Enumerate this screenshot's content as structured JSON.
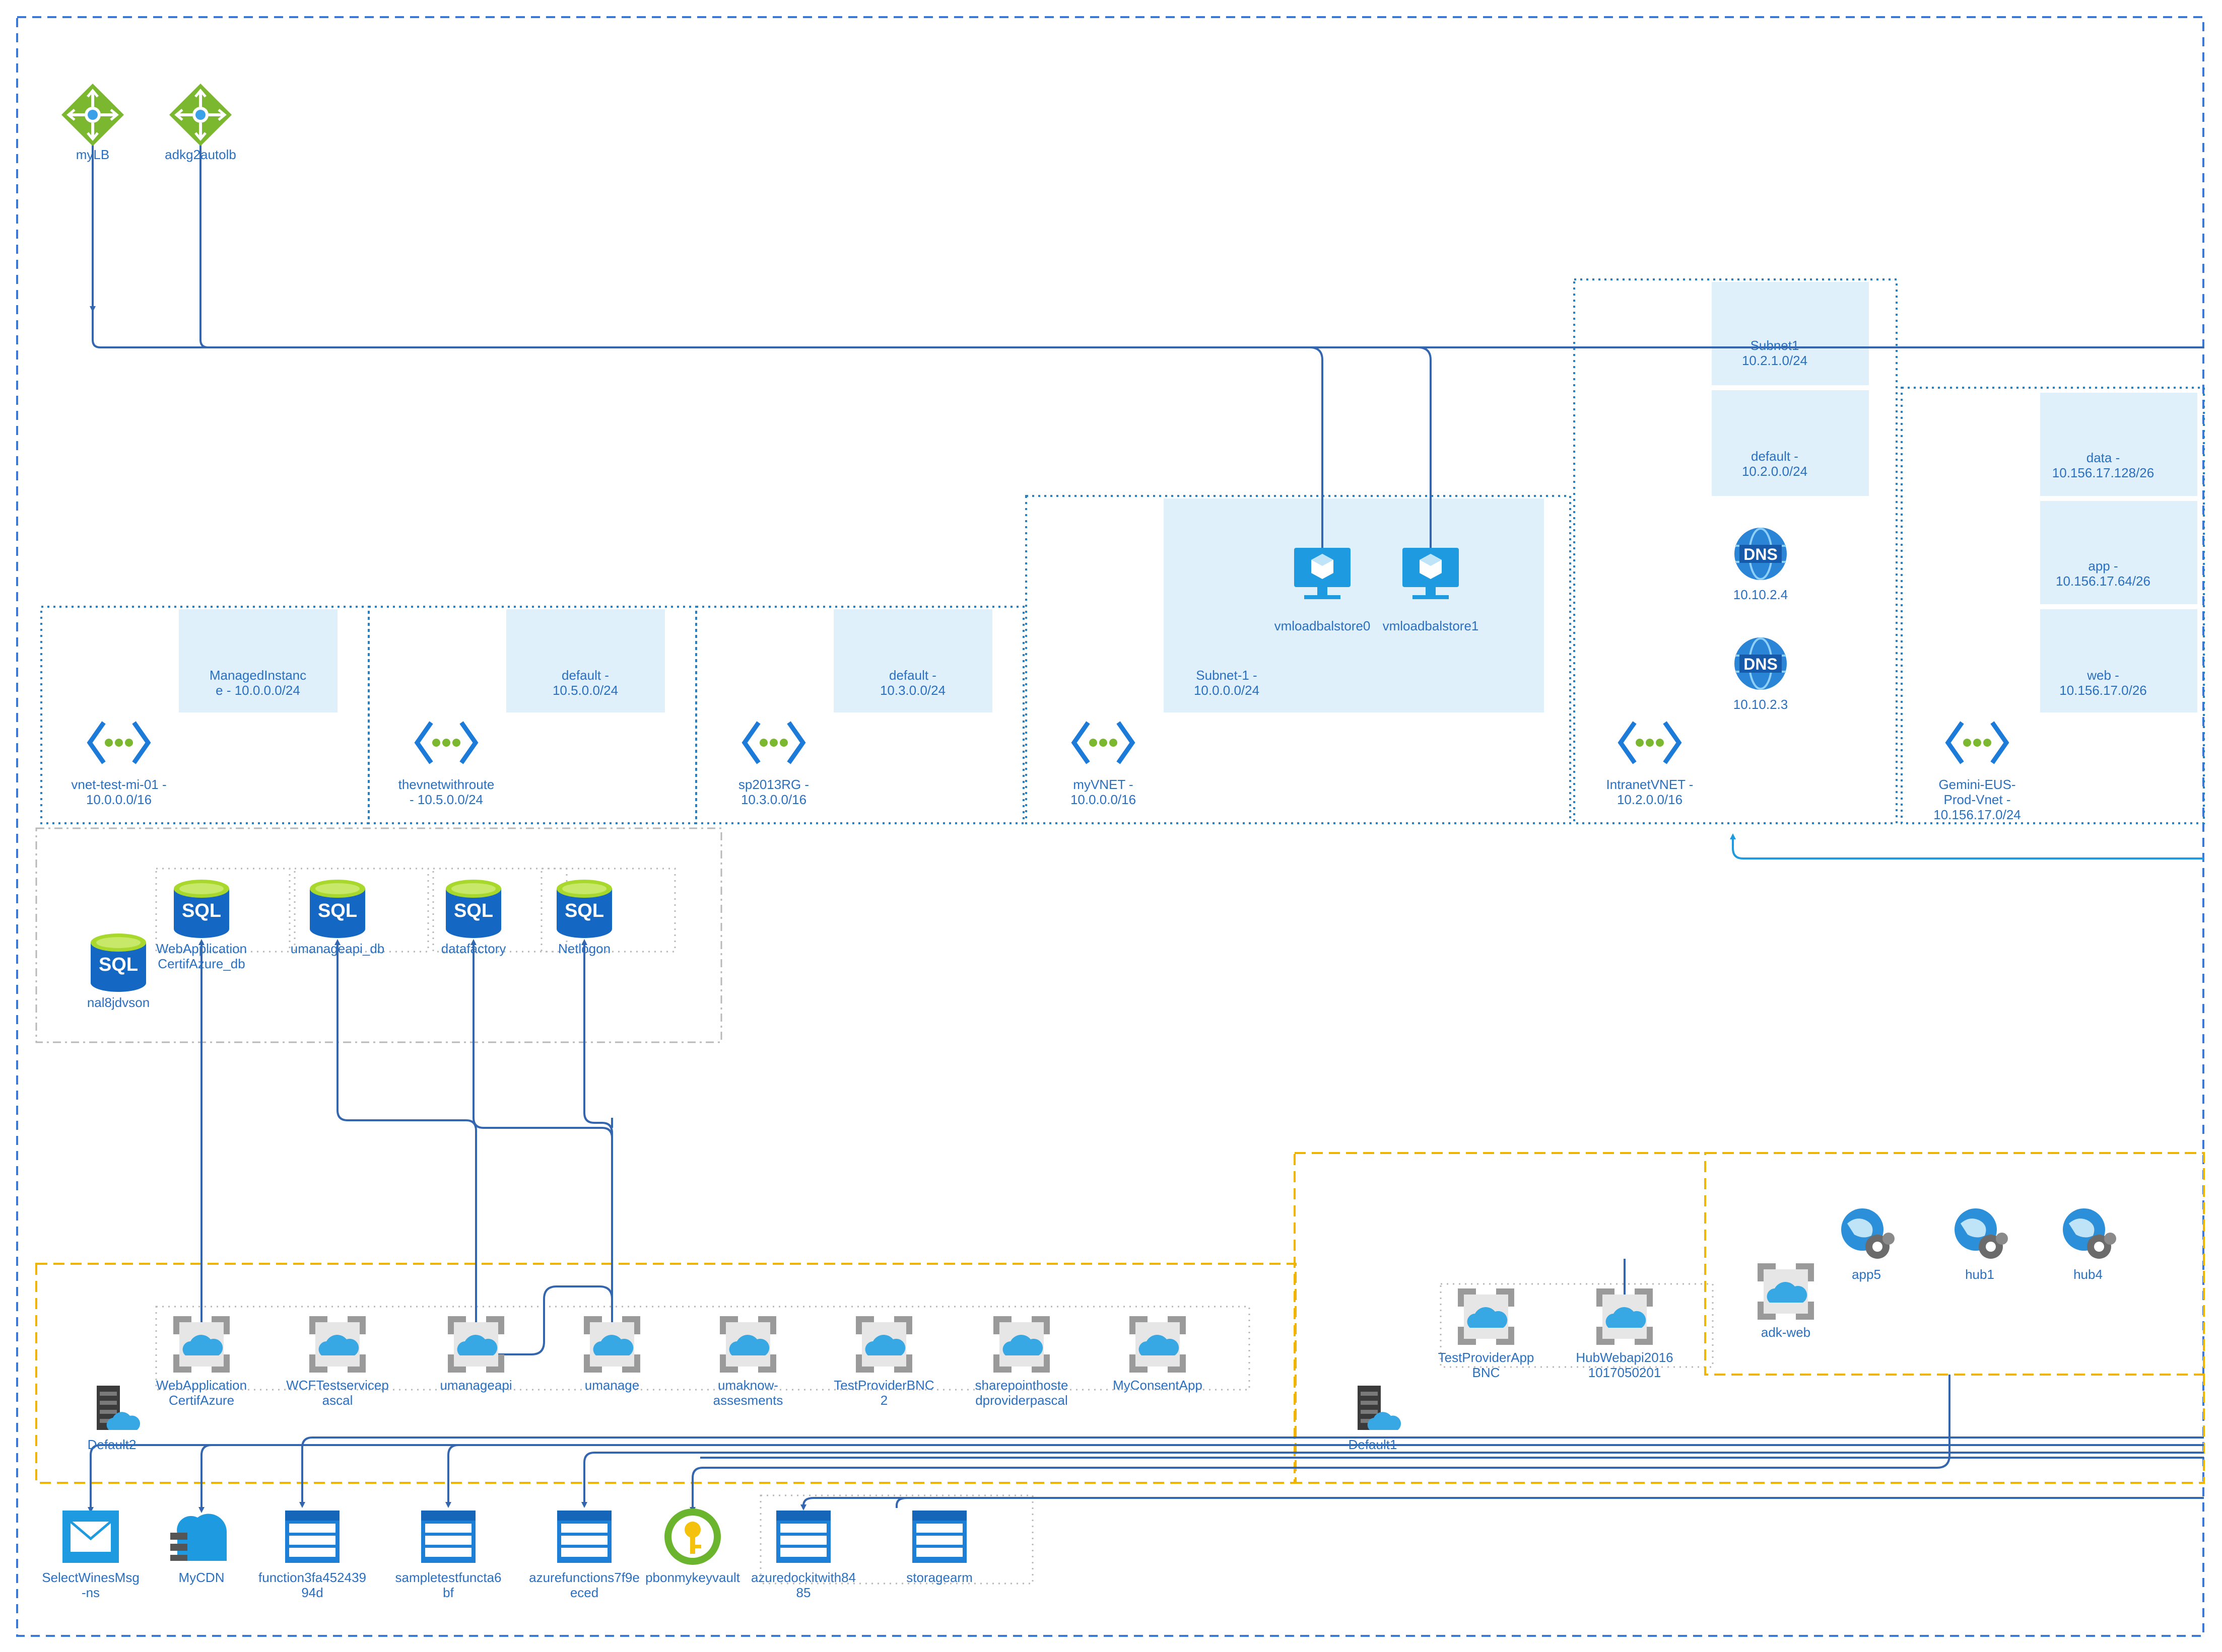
{
  "load_balancers": [
    {
      "id": "lb1",
      "label": "myLB"
    },
    {
      "id": "lb2",
      "label": "adkg2autolb"
    }
  ],
  "vnets": [
    {
      "id": "v1",
      "label": [
        "vnet-test-mi-01 -",
        "10.0.0.0/16"
      ],
      "subnet": [
        "ManagedInstanc",
        "e - 10.0.0.0/24"
      ]
    },
    {
      "id": "v2",
      "label": [
        "thevnetwithroute",
        "- 10.5.0.0/24"
      ],
      "subnet": [
        "default -",
        "10.5.0.0/24"
      ]
    },
    {
      "id": "v3",
      "label": [
        "sp2013RG -",
        "10.3.0.0/16"
      ],
      "subnet": [
        "default -",
        "10.3.0.0/24"
      ]
    },
    {
      "id": "v4",
      "label": [
        "myVNET -",
        "10.0.0.0/16"
      ],
      "subnet": [
        "Subnet-1 -",
        "10.0.0.0/24"
      ]
    },
    {
      "id": "v5",
      "label": [
        "IntranetVNET -",
        "10.2.0.0/16"
      ],
      "subnets": [
        [
          "Subnet1",
          "10.2.1.0/24"
        ],
        [
          "default -",
          "10.2.0.0/24"
        ]
      ]
    },
    {
      "id": "v6",
      "label": [
        "Gemini-EUS-",
        "Prod-Vnet -",
        "10.156.17.0/24"
      ],
      "subnets": [
        [
          "data -",
          "10.156.17.128/26"
        ],
        [
          "app -",
          "10.156.17.64/26"
        ],
        [
          "web -",
          "10.156.17.0/26"
        ]
      ]
    }
  ],
  "vms": [
    {
      "id": "vm0",
      "label": "vmloadbalstore0"
    },
    {
      "id": "vm1",
      "label": "vmloadbalstore1"
    }
  ],
  "dns": [
    {
      "id": "dns1",
      "label": "10.10.2.4",
      "glyph": "DNS"
    },
    {
      "id": "dns2",
      "label": "10.10.2.3",
      "glyph": "DNS"
    }
  ],
  "sql": [
    {
      "id": "sql1",
      "label": [
        "WebApplication",
        "CertifAzure_db"
      ],
      "glyph": "SQL"
    },
    {
      "id": "sql2",
      "label": [
        "umanageapi_db"
      ],
      "glyph": "SQL"
    },
    {
      "id": "sql3",
      "label": [
        "datafactory"
      ],
      "glyph": "SQL"
    },
    {
      "id": "sql4",
      "label": [
        "Netlogon"
      ],
      "glyph": "SQL"
    },
    {
      "id": "sql5",
      "label": [
        "nal8jdvson"
      ],
      "glyph": "SQL"
    }
  ],
  "apps": [
    {
      "id": "a1",
      "label": [
        "WebApplication",
        "CertifAzure"
      ]
    },
    {
      "id": "a2",
      "label": [
        "WCFTestservicep",
        "ascal"
      ]
    },
    {
      "id": "a3",
      "label": [
        "umanageapi"
      ]
    },
    {
      "id": "a4",
      "label": [
        "umanage"
      ]
    },
    {
      "id": "a5",
      "label": [
        "umaknow-",
        "assesments"
      ]
    },
    {
      "id": "a6",
      "label": [
        "TestProviderBNC",
        "2"
      ]
    },
    {
      "id": "a7",
      "label": [
        "sharepointhoste",
        "dproviderpascal"
      ]
    },
    {
      "id": "a8",
      "label": [
        "MyConsentApp"
      ]
    },
    {
      "id": "a9",
      "label": [
        "TestProviderApp",
        "BNC"
      ]
    },
    {
      "id": "a10",
      "label": [
        "HubWebapi2016",
        "1017050201"
      ]
    },
    {
      "id": "a11",
      "label": [
        "adk-web"
      ]
    }
  ],
  "app_plans": [
    {
      "id": "p1",
      "label": "Default2"
    },
    {
      "id": "p2",
      "label": "Default1"
    }
  ],
  "globes": [
    {
      "id": "g1",
      "label": "app5"
    },
    {
      "id": "g2",
      "label": "hub1"
    },
    {
      "id": "g3",
      "label": "hub4"
    }
  ],
  "bottom": [
    {
      "id": "b1",
      "kind": "servicebus",
      "label": [
        "SelectWinesMsg",
        "-ns"
      ]
    },
    {
      "id": "b2",
      "kind": "cdn",
      "label": [
        "MyCDN"
      ]
    },
    {
      "id": "b3",
      "kind": "storage",
      "label": [
        "function3fa452439",
        "94d"
      ]
    },
    {
      "id": "b4",
      "kind": "storage",
      "label": [
        "sampletestfuncta6",
        "bf"
      ]
    },
    {
      "id": "b5",
      "kind": "storage",
      "label": [
        "azurefunctions7f9e",
        "eced"
      ]
    },
    {
      "id": "b6",
      "kind": "keyvault",
      "label": [
        "pbonmykeyvault"
      ]
    },
    {
      "id": "b7",
      "kind": "storage",
      "label": [
        "azuredockitwith84",
        "85"
      ]
    },
    {
      "id": "b8",
      "kind": "storage",
      "label": [
        "storagearm"
      ]
    }
  ],
  "colors": {
    "frame": "#3b78d8",
    "vnet_border": "#2a7fc0",
    "subnet_fill": "#dff0fa",
    "connector": "#3466b0",
    "connector_light": "#1e9be0",
    "asp_border": "#f0b400",
    "grey_border": "#b8b8b8",
    "lb_green": "#7cb82f",
    "vnet_icon_blue": "#1c7ad9",
    "vnet_icon_green": "#7cb82f",
    "sql_blue": "#1467c2",
    "sql_top": "#a9d82c",
    "app_grey": "#9a9a9a",
    "app_cloud": "#38a8e4",
    "keyvault_yellow": "#f4c20d"
  }
}
